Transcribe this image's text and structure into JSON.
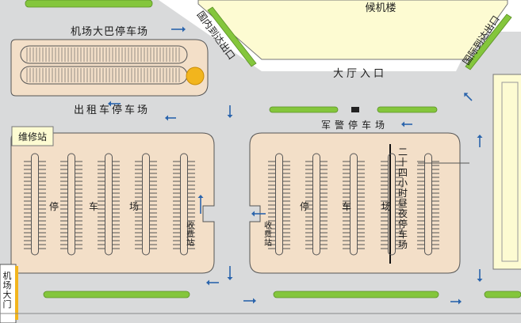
{
  "labels": {
    "terminal": "候机楼",
    "bus_parking": "机场大巴停车场",
    "taxi_parking": "出租车停车场",
    "domestic_exit": "国内到达出口",
    "intl_exit": "国际到达出口",
    "hall_entrance": "大厅入口",
    "police_parking": "军警停车场",
    "repair_station": "维修站",
    "parking_left_1": "停",
    "parking_left_2": "车",
    "parking_left_3": "场",
    "parking_right_1": "停",
    "parking_right_2": "车",
    "parking_right_3": "场",
    "toll_left": "收费站",
    "toll_right": "收费站",
    "parking_24h": "二十四小时昼夜停车场",
    "airport_gate": "机场大门"
  },
  "colors": {
    "road": "#d9dadb",
    "lot": "#f3dfc8",
    "outline": "#555555",
    "building": "#fdfbd2",
    "grass": "#84c63c",
    "arrow": "#2a64ac",
    "marker": "#f2b51d"
  }
}
